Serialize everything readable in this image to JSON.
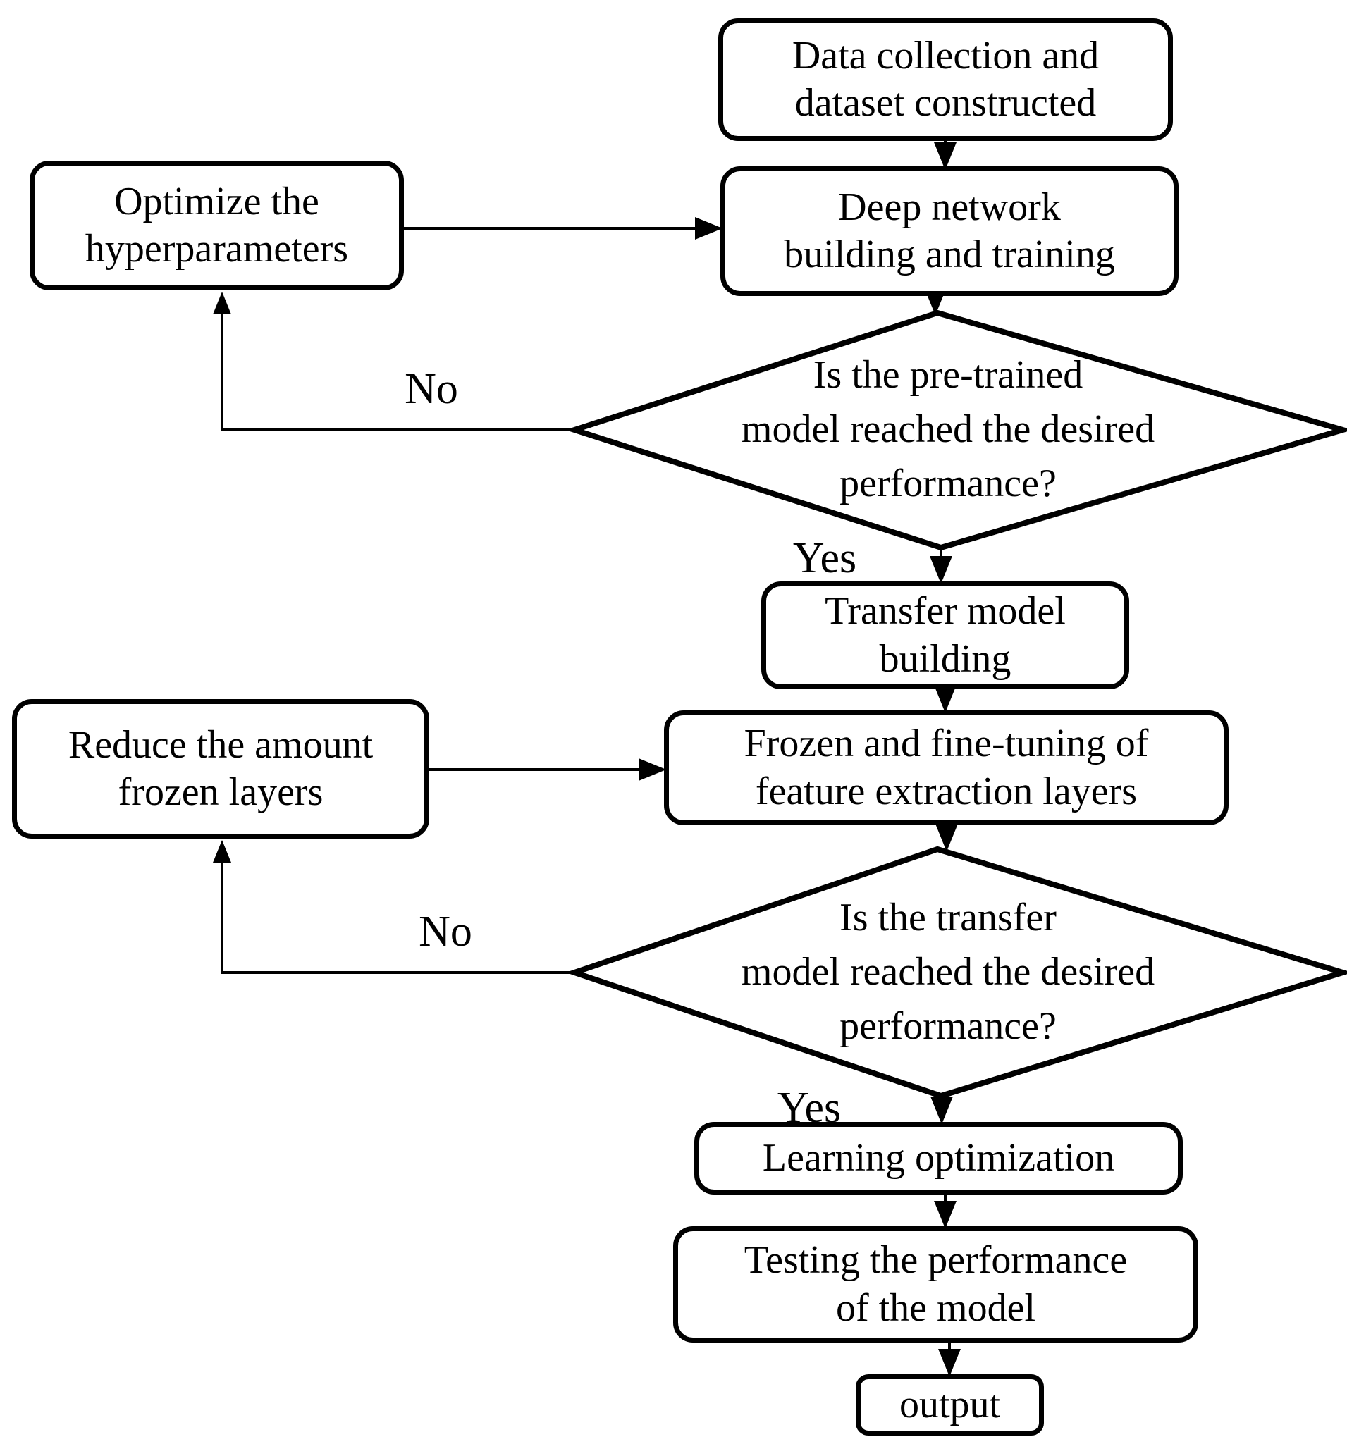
{
  "flowchart": {
    "background_color": "#ffffff",
    "stroke_color": "#000000",
    "nodes": {
      "data_collection": "Data collection and\ndataset constructed",
      "optimize_hyperparameters": "Optimize the\nhyperparameters",
      "deep_network": "Deep network\nbuilding and training",
      "decision_pretrained": "Is the pre-trained\nmodel reached the desired\nperformance?",
      "transfer_building": "Transfer model\nbuilding",
      "reduce_frozen_layers": "Reduce the amount\nfrozen layers",
      "frozen_finetuning": "Frozen and fine-tuning of\nfeature extraction layers",
      "decision_transfer": "Is the transfer\nmodel reached the desired\nperformance?",
      "learning_optimization": "Learning optimization",
      "testing_performance": "Testing the performance\nof the model",
      "output": "output"
    },
    "edge_labels": {
      "no_pretrained": "No",
      "yes_pretrained": "Yes",
      "no_transfer": "No",
      "yes_transfer": "Yes"
    }
  }
}
